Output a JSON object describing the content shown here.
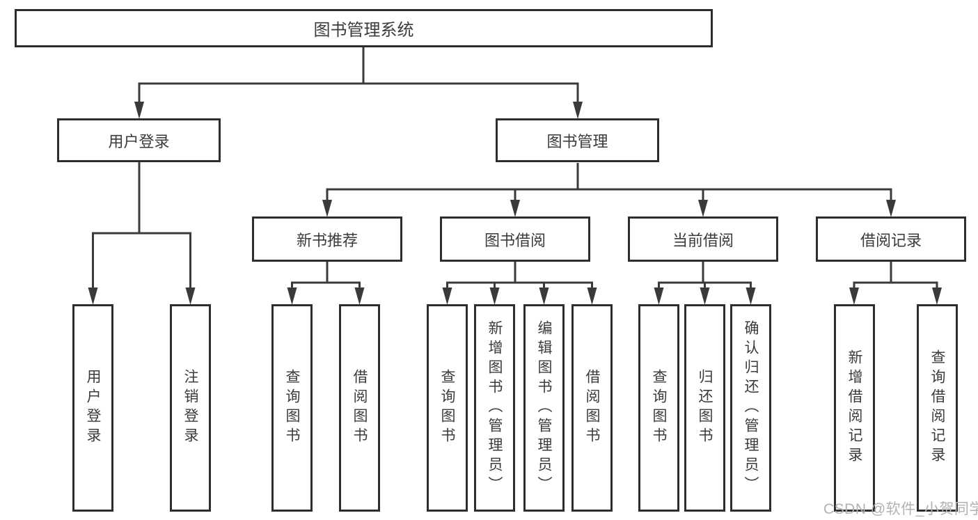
{
  "diagram": {
    "title": "图书管理系统",
    "root": {
      "label": "图书管理系统"
    },
    "branches": [
      {
        "label": "用户登录",
        "children": [
          {
            "label": "用户登录"
          },
          {
            "label": "注销登录"
          }
        ]
      },
      {
        "label": "图书管理",
        "children": [
          {
            "label": "新书推荐",
            "children": [
              {
                "label": "查询图书"
              },
              {
                "label": "借阅图书"
              }
            ]
          },
          {
            "label": "图书借阅",
            "children": [
              {
                "label": "查询图书"
              },
              {
                "label": "新增图书（管理员）"
              },
              {
                "label": "编辑图书（管理员）"
              },
              {
                "label": "借阅图书"
              }
            ]
          },
          {
            "label": "当前借阅",
            "children": [
              {
                "label": "查询图书"
              },
              {
                "label": "归还图书"
              },
              {
                "label": "确认归还（管理员）"
              }
            ]
          },
          {
            "label": "借阅记录",
            "children": [
              {
                "label": "新增借阅记录"
              },
              {
                "label": "查询借阅记录"
              }
            ]
          }
        ]
      }
    ]
  },
  "watermark": {
    "text": "CSDN @软件_小贺同学"
  },
  "colors": {
    "line": "#3a3a3c",
    "box_border": "#2e2e30",
    "text": "#3b3b3d",
    "watermark": "#b2b2b6",
    "background": "#ffffff"
  }
}
